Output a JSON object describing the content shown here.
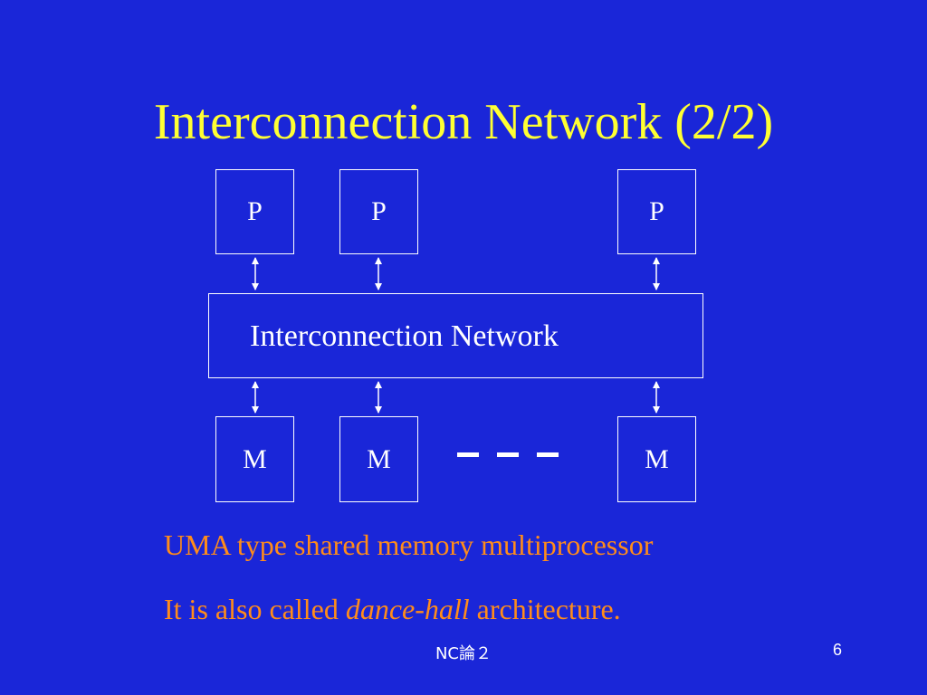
{
  "slide": {
    "title": "Interconnection Network (2/2)",
    "page_number": "6",
    "footer": "NC論２"
  },
  "diagram": {
    "processors": [
      {
        "label": "P"
      },
      {
        "label": "P"
      },
      {
        "label": "P"
      }
    ],
    "network_label": "Interconnection Network",
    "memories": [
      {
        "label": "M"
      },
      {
        "label": "M"
      },
      {
        "label": "M"
      }
    ]
  },
  "captions": {
    "line1": "UMA type shared memory multiprocessor",
    "line2_prefix": "It is also called ",
    "line2_emphasis": "dance-hall",
    "line2_suffix": " architecture."
  },
  "colors": {
    "background": "#1a26d8",
    "title": "#ffff33",
    "caption": "#ff8c1a",
    "diagram": "#ffffff"
  }
}
